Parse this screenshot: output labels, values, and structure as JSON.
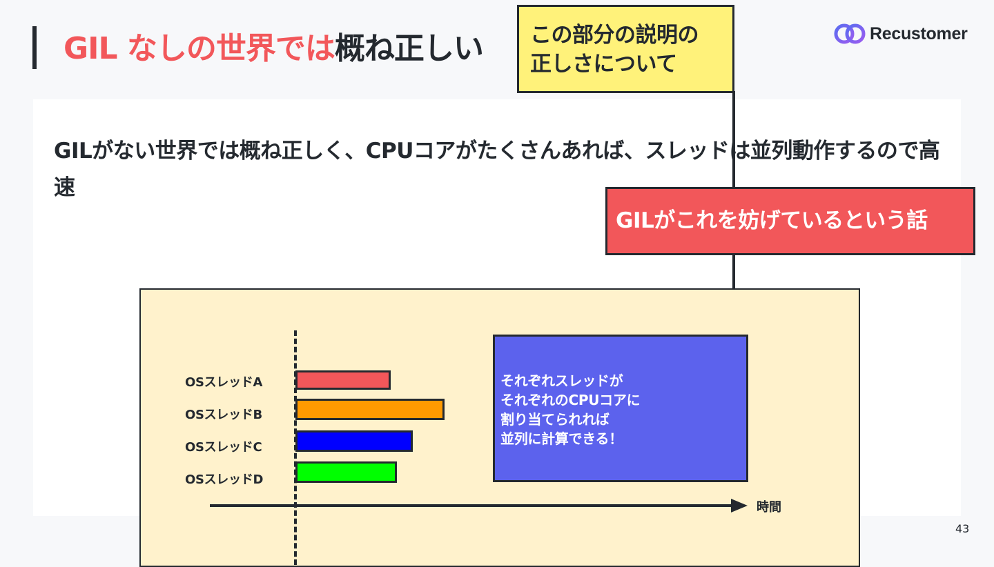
{
  "slide": {
    "title_highlight": "GIL なしの世界では",
    "title_rest": "概ね正しい",
    "body": "GILがない世界では概ね正しく、CPUコアがたくさんあれば、スレッドは並列動作するので高速",
    "page_number": "43"
  },
  "logo": {
    "text": "Recustomer",
    "icon": "infinity-link-icon"
  },
  "notes": {
    "yellow": {
      "line1": "この部分の説明の",
      "line2": "正しさについて",
      "color": "#fff27a"
    },
    "red": {
      "text": "GILがこれを妨げているという話",
      "color": "#f2575a"
    }
  },
  "diagram": {
    "axis_label": "時間",
    "threads": [
      {
        "label": "OSスレッドA",
        "color": "#f2575a",
        "duration": 3
      },
      {
        "label": "OSスレッドB",
        "color": "#ff9a00",
        "duration": 4.7
      },
      {
        "label": "OSスレッドC",
        "color": "#0000ff",
        "duration": 3.7
      },
      {
        "label": "OSスレッドD",
        "color": "#00ff00",
        "duration": 3.2
      }
    ],
    "callout": {
      "lines": [
        "それぞれスレッドが",
        "それぞれのCPUコアに",
        "割り当てられれば",
        "並列に計算できる！"
      ],
      "color": "#5c62ed"
    }
  },
  "colors": {
    "accent": "#f2575a",
    "text": "#24292f",
    "diagram_bg": "#fff2cc"
  }
}
